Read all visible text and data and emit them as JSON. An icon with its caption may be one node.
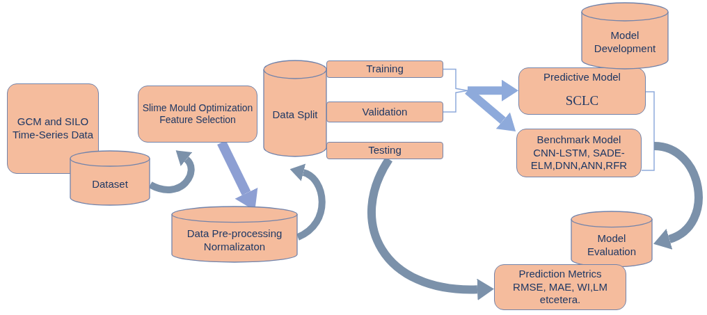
{
  "diagram": {
    "nodes": [
      {
        "text": [
          "GCM and SILO Time-Series Data"
        ]
      },
      {
        "text": [
          "Dataset"
        ]
      },
      {
        "text": [
          "Slime Mould Optimization Feature Selection"
        ]
      },
      {
        "text": [
          "Data Split"
        ]
      },
      {
        "text": [
          "Training"
        ]
      },
      {
        "text": [
          "Validation"
        ]
      },
      {
        "text": [
          "Testing"
        ]
      },
      {
        "text": [
          "Data Pre-processing Normalizaton"
        ]
      },
      {
        "text": [
          "Model Development"
        ]
      },
      {
        "text": [
          "Predictive Model",
          "SCLC"
        ]
      },
      {
        "text": [
          "Benchmark Model",
          "CNN-LSTM, SADE-ELM,DNN,ANN,RFR"
        ]
      },
      {
        "text": [
          "Model Evaluation"
        ]
      },
      {
        "text": [
          "Prediction Metrics",
          "RMSE, MAE, WI,LM etcetera."
        ]
      }
    ],
    "edges": [
      {
        "from": 1,
        "to": 2,
        "arrow": "to"
      },
      {
        "from": 2,
        "to": 7,
        "arrow": "to"
      },
      {
        "from": 7,
        "to": 3,
        "arrow": "to"
      },
      {
        "from": 4,
        "to": 9,
        "arrow": "to"
      },
      {
        "from": 5,
        "to": 9,
        "arrow": "to"
      },
      {
        "from": 4,
        "to": 10,
        "arrow": "to"
      },
      {
        "from": 5,
        "to": 10,
        "arrow": "to"
      },
      {
        "from": 6,
        "to": 12,
        "arrow": "to"
      },
      {
        "from": 9,
        "to": 11,
        "arrow": "to"
      },
      {
        "from": 10,
        "to": 11,
        "arrow": "to"
      }
    ]
  }
}
